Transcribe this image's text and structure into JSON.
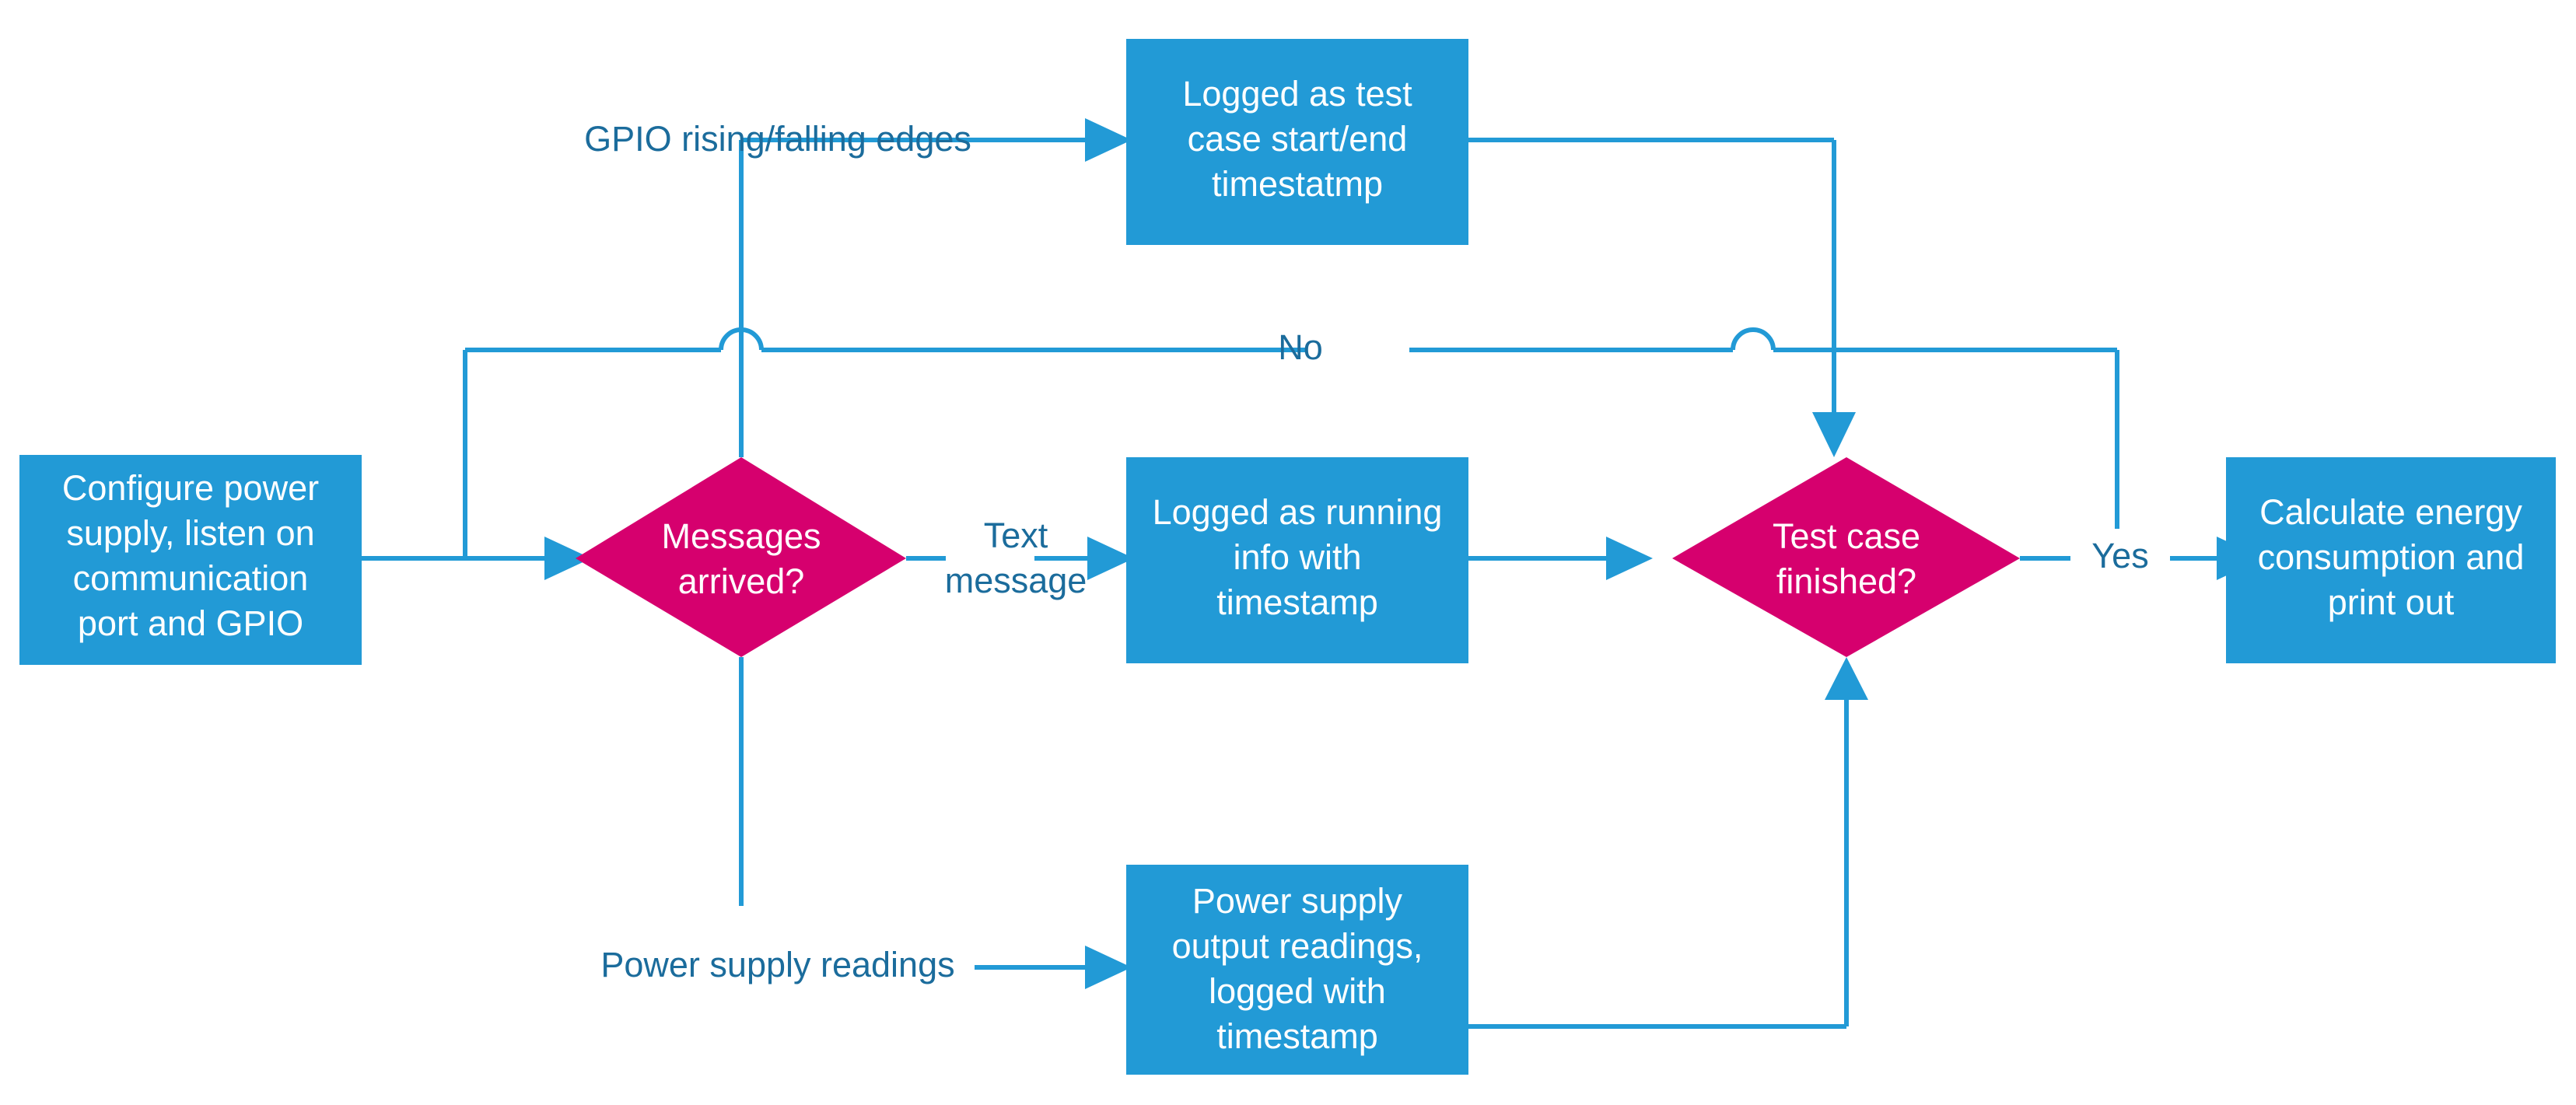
{
  "diagram": {
    "type": "flowchart",
    "title": "",
    "colors": {
      "process_fill": "#229AD6",
      "decision_fill": "#D6006E",
      "connector": "#229AD6",
      "node_text": "#FFFFFF",
      "edge_text": "#1B6C9C",
      "background": "#FFFFFF"
    },
    "nodes": {
      "configure": {
        "shape": "process",
        "lines": [
          "Configure power",
          "supply, listen on",
          "communication",
          "port and GPIO"
        ]
      },
      "messages_arrived": {
        "shape": "decision",
        "lines": [
          "Messages",
          "arrived?"
        ]
      },
      "logged_test_case": {
        "shape": "process",
        "lines": [
          "Logged as test",
          "case start/end",
          "timestatmp"
        ]
      },
      "logged_running_info": {
        "shape": "process",
        "lines": [
          "Logged as running",
          "info with",
          "timestamp"
        ]
      },
      "power_supply_output": {
        "shape": "process",
        "lines": [
          "Power supply",
          "output readings,",
          "logged with",
          "timestamp"
        ]
      },
      "test_case_finished": {
        "shape": "decision",
        "lines": [
          "Test case",
          "finished?"
        ]
      },
      "calculate_energy": {
        "shape": "process",
        "lines": [
          "Calculate energy",
          "consumption and",
          "print out"
        ]
      }
    },
    "edge_labels": {
      "gpio_edges": "GPIO rising/falling edges",
      "text_message_line1": "Text",
      "text_message_line2": "message",
      "power_supply_readings": "Power supply readings",
      "no": "No",
      "yes": "Yes"
    }
  }
}
